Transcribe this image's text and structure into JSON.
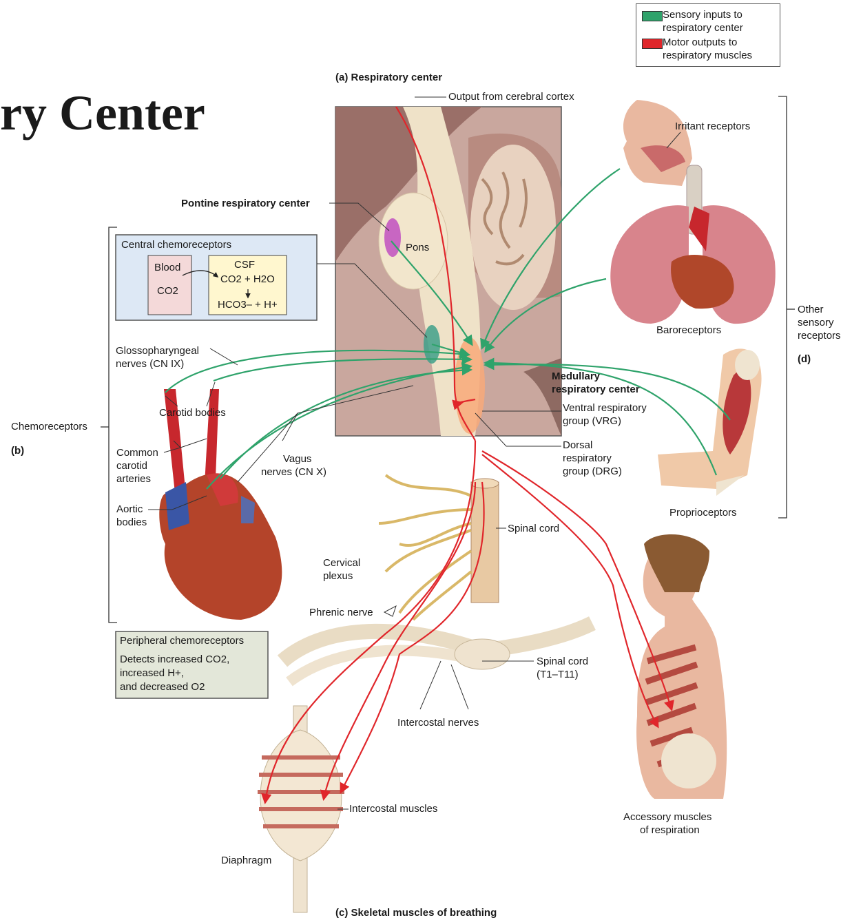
{
  "title_fragment": "ry Center",
  "legend": {
    "sensory": {
      "color": "#2fa36b",
      "line1": "Sensory inputs to",
      "line2": "respiratory center"
    },
    "motor": {
      "color": "#e0262b",
      "line1": "Motor outputs to",
      "line2": "respiratory muscles"
    }
  },
  "panels": {
    "a": "(a) Respiratory center",
    "c": "(c) Skeletal muscles of breathing",
    "b": "(b)",
    "d": "(d)"
  },
  "labels": {
    "output_cortex": "Output from cerebral cortex",
    "pontine": "Pontine respiratory center",
    "pons": "Pons",
    "irritant": "Irritant receptors",
    "baroreceptors": "Baroreceptors",
    "other_sensory": [
      "Other",
      "sensory",
      "receptors"
    ],
    "glossopharyngeal": [
      "Glossopharyngeal",
      "nerves (CN IX)"
    ],
    "medullary": [
      "Medullary",
      "respiratory center"
    ],
    "vrg": [
      "Ventral respiratory",
      "group (VRG)"
    ],
    "drg": [
      "Dorsal",
      "respiratory",
      "group (DRG)"
    ],
    "carotid_bodies": "Carotid bodies",
    "chemoreceptors": "Chemoreceptors",
    "common_carotid": [
      "Common",
      "carotid",
      "arteries"
    ],
    "vagus": [
      "Vagus",
      "nerves (CN X)"
    ],
    "aortic": [
      "Aortic",
      "bodies"
    ],
    "proprioceptors": "Proprioceptors",
    "spinal_cord": "Spinal cord",
    "cervical_plexus": [
      "Cervical",
      "plexus"
    ],
    "phrenic": "Phrenic nerve",
    "spinal_cord_t": [
      "Spinal cord",
      "(T1–T11)"
    ],
    "intercostal_nerves": "Intercostal nerves",
    "intercostal_muscles": "Intercostal muscles",
    "diaphragm": "Diaphragm",
    "accessory": [
      "Accessory muscles",
      "of respiration"
    ]
  },
  "central_box": {
    "title": "Central chemoreceptors",
    "blood": "Blood",
    "co2": "CO2",
    "csf": "CSF",
    "reaction1": "CO2 + H2O",
    "reaction2": "HCO3– + H+"
  },
  "peripheral_box": {
    "title": "Peripheral chemoreceptors",
    "line1": "Detects increased CO2,",
    "line2": "increased H+,",
    "line3": "and decreased O2"
  }
}
